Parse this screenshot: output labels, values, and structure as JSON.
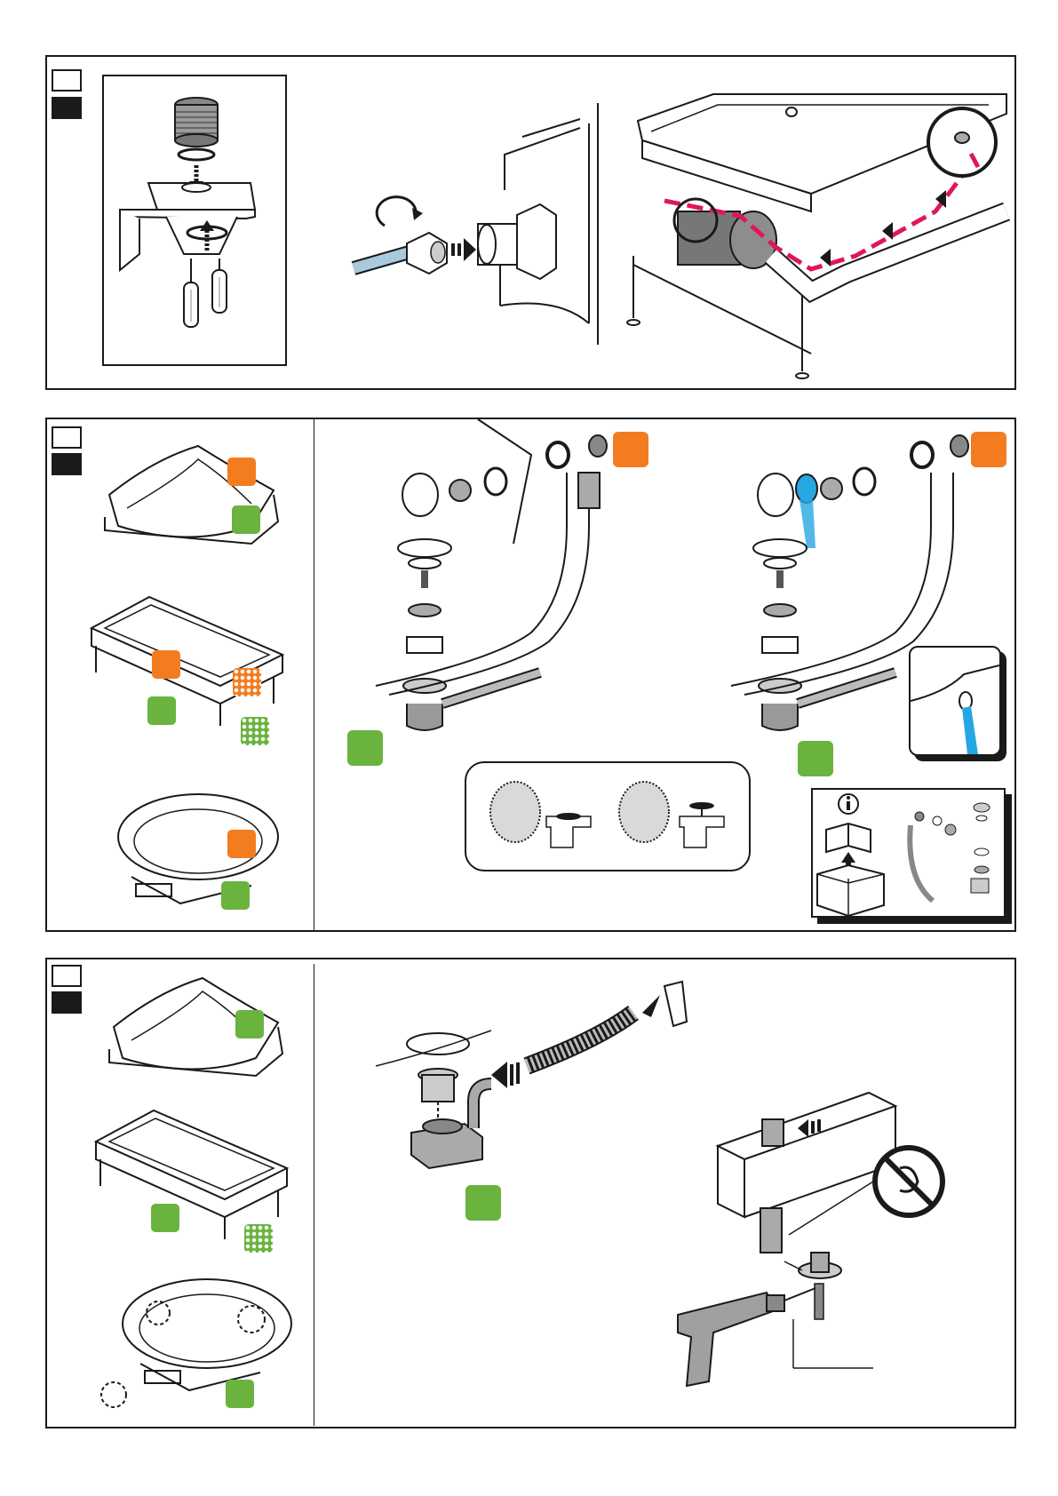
{
  "colors": {
    "outline": "#1a1a1a",
    "orange": "#f47c20",
    "green": "#6ab33f",
    "red_route": "#e0165a",
    "water_blue": "#27a7e1",
    "grey_fill": "#bdbdbd"
  },
  "panels": [
    {
      "id": "panel-1",
      "markers": [
        "light",
        "dark"
      ],
      "icons": [
        "screwdriver-icon",
        "wrench-icon",
        "rotate-arrow-icon",
        "push-arrow-icon"
      ]
    },
    {
      "id": "panel-2",
      "markers": [
        "light",
        "dark"
      ],
      "icons": [
        "orange-badge-icon",
        "green-badge-icon",
        "info-icon",
        "book-icon",
        "box-icon",
        "water-stream-icon"
      ]
    },
    {
      "id": "panel-3",
      "markers": [
        "light",
        "dark"
      ],
      "icons": [
        "green-badge-icon",
        "drill-icon",
        "no-touch-prohibition-icon",
        "push-arrow-icon"
      ]
    }
  ]
}
